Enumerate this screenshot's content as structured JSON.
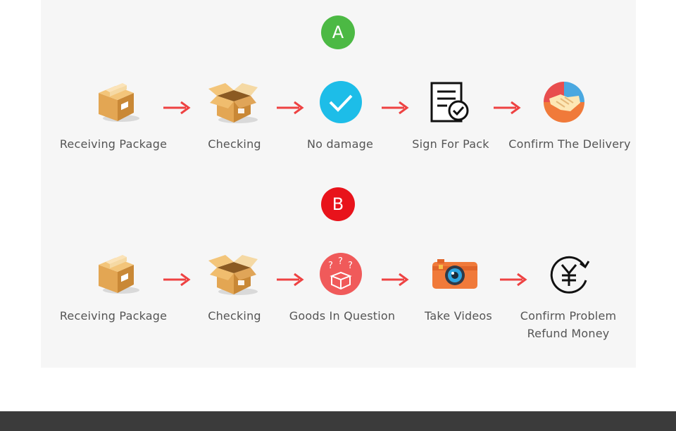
{
  "flow_a": {
    "badge": "A",
    "badge_color": "#4cb944",
    "steps": [
      {
        "label": "Receiving Package",
        "icon": "closed-box-icon"
      },
      {
        "label": "Checking",
        "icon": "open-box-icon"
      },
      {
        "label": "No damage",
        "icon": "checkmark-circle-icon"
      },
      {
        "label": "Sign For Pack",
        "icon": "signed-document-icon"
      },
      {
        "label": "Confirm The Delivery",
        "icon": "handshake-icon"
      }
    ]
  },
  "flow_b": {
    "badge": "B",
    "badge_color": "#e8131b",
    "steps": [
      {
        "label": "Receiving Package",
        "icon": "closed-box-icon"
      },
      {
        "label": "Checking",
        "icon": "open-box-icon"
      },
      {
        "label": "Goods In Question",
        "icon": "question-box-icon"
      },
      {
        "label": "Take Videos",
        "icon": "camera-icon"
      },
      {
        "label": [
          "Confirm Problem",
          "Refund Money"
        ],
        "icon": "yuan-refund-icon"
      }
    ]
  },
  "arrow_color": "#ee4242"
}
